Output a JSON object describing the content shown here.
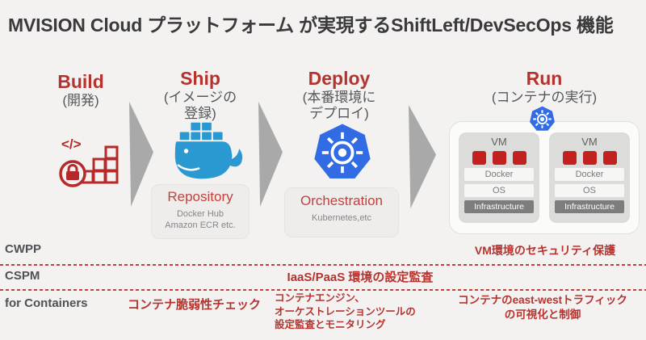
{
  "title": "MVISION Cloud プラットフォーム が実現するShiftLeft/DevSecOps 機能",
  "stages": [
    {
      "label": "Build",
      "sub": "(開発)"
    },
    {
      "label": "Ship",
      "sub": "(イメージの\n登録)",
      "card_title": "Repository",
      "card_desc": "Docker Hub\nAmazon ECR etc."
    },
    {
      "label": "Deploy",
      "sub": "(本番環境に\nデプロイ)",
      "card_title": "Orchestration",
      "card_desc": "Kubernetes,etc"
    },
    {
      "label": "Run",
      "sub": "(コンテナの実行)"
    }
  ],
  "run_diagram": {
    "vm_label": "VM",
    "layer_docker": "Docker",
    "layer_os": "OS",
    "layer_infra": "Infrastructure",
    "container_count": 3
  },
  "matrix": {
    "rows": [
      {
        "label": "CWPP",
        "ann1": "VM環境のセキュリティ保護"
      },
      {
        "label": "CSPM",
        "ann1": "IaaS/PaaS 環境の設定監査"
      },
      {
        "label": "for Containers",
        "ann1": "コンテナ脆弱性チェック",
        "ann2": "コンテナエンジン、\nオーケストレーションツールの\n設定監査とモニタリング",
        "ann3": "コンテナのeast-westトラフィック\nの可視化と制御"
      }
    ]
  },
  "icons": {
    "build": "code-security-blocks-icon",
    "ship": "docker-whale-icon",
    "deploy": "kubernetes-icon",
    "run": "kubernetes-icon-small"
  },
  "colors": {
    "accent_red": "#b5332f",
    "dashed_line_red": "#c4423c",
    "docker_blue": "#2a99d2",
    "kubernetes_blue": "#326ce5",
    "arrow_gray": "#a9a9a9",
    "background": "#f3f2f0"
  }
}
